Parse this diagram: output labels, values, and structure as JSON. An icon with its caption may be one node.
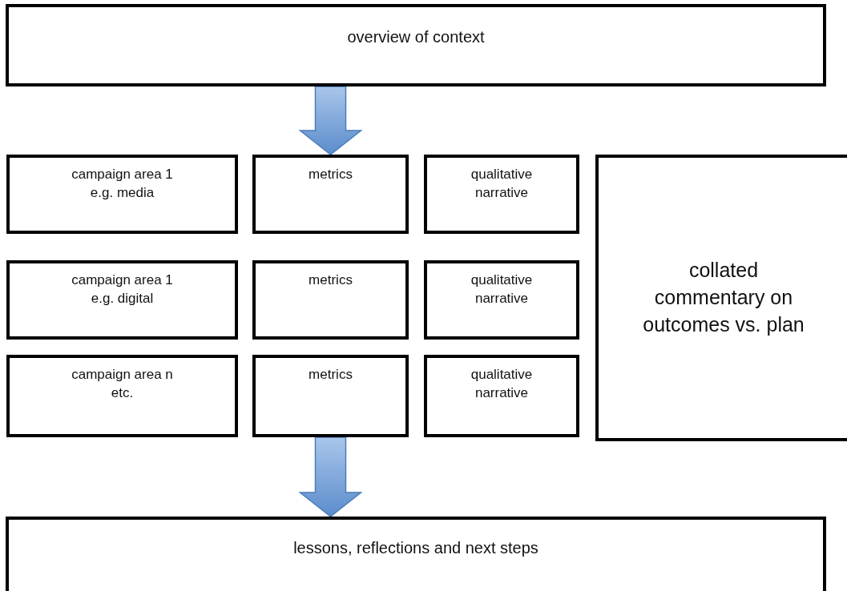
{
  "diagram": {
    "nodes": [
      {
        "text": [
          "overview of context"
        ]
      },
      {
        "text": [
          "campaign area 1 e.g. media"
        ]
      },
      {
        "text": [
          "metrics"
        ]
      },
      {
        "text": [
          "qualitative narrative"
        ]
      },
      {
        "text": [
          "collated commentary on outcomes vs. plan"
        ]
      },
      {
        "text": [
          "campaign area 1 e.g. digital"
        ]
      },
      {
        "text": [
          "metrics"
        ]
      },
      {
        "text": [
          "qualitative narrative"
        ]
      },
      {
        "text": [
          "campaign area n etc."
        ]
      },
      {
        "text": [
          "metrics"
        ]
      },
      {
        "text": [
          "qualitative narrative"
        ]
      },
      {
        "text": [
          "lessons, reflections and next steps"
        ]
      }
    ],
    "edges": [
      {
        "from": 0,
        "to": 2,
        "arrow": "to",
        "style": "thick"
      },
      {
        "from": 9,
        "to": 11,
        "arrow": "to",
        "style": "thick"
      }
    ]
  }
}
